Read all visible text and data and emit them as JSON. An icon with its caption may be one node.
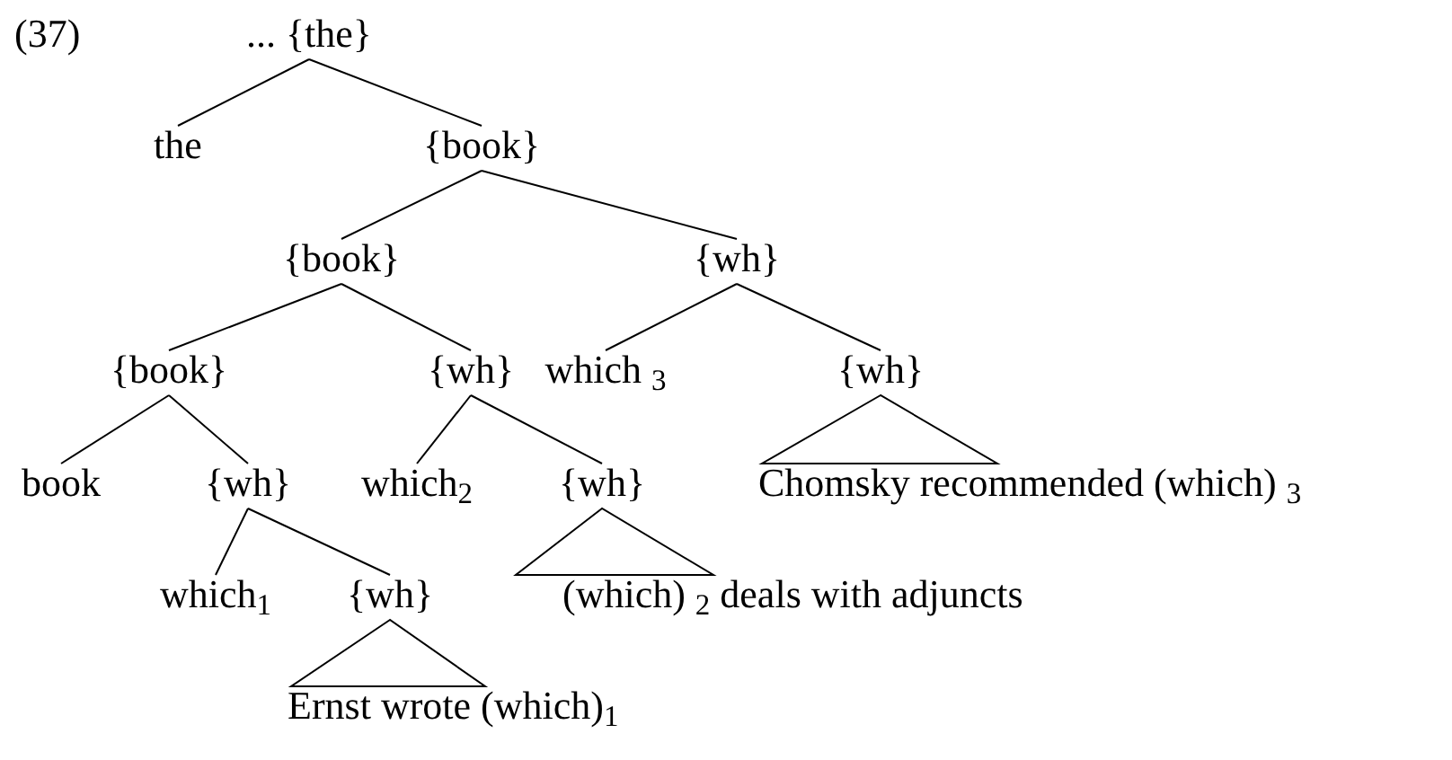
{
  "diagram": {
    "nodes": [
      {
        "text": [
          "... {the}"
        ]
      },
      {
        "text": [
          "the"
        ]
      },
      {
        "text": [
          "{book}"
        ]
      },
      {
        "text": [
          "{book}"
        ]
      },
      {
        "text": [
          "{wh}"
        ]
      },
      {
        "text": [
          "{book}"
        ]
      },
      {
        "text": [
          "{wh}"
        ]
      },
      {
        "text": [
          "which $_{3}$"
        ]
      },
      {
        "text": [
          "{wh}"
        ]
      },
      {
        "text": [
          "book"
        ]
      },
      {
        "text": [
          "{wh}"
        ]
      },
      {
        "text": [
          "which$_{2}$"
        ]
      },
      {
        "text": [
          "{wh}"
        ]
      },
      {
        "text": [
          "Chomsky recommended (which) $_{3}$"
        ]
      },
      {
        "text": [
          "which$_{1}$"
        ]
      },
      {
        "text": [
          "{wh}"
        ]
      },
      {
        "text": [
          "(which) $_{2}$ deals with adjuncts"
        ]
      },
      {
        "text": [
          "Ernst wrote (which)$_{1}$"
        ]
      }
    ],
    "edges": [
      {
        "from": 0,
        "to": 1,
        "arrow": "none"
      },
      {
        "from": 0,
        "to": 2,
        "arrow": "none"
      },
      {
        "from": 2,
        "to": 3,
        "arrow": "none"
      },
      {
        "from": 2,
        "to": 4,
        "arrow": "none"
      },
      {
        "from": 3,
        "to": 5,
        "arrow": "none"
      },
      {
        "from": 3,
        "to": 6,
        "arrow": "none"
      },
      {
        "from": 4,
        "to": 7,
        "arrow": "none"
      },
      {
        "from": 4,
        "to": 8,
        "arrow": "none"
      },
      {
        "from": 5,
        "to": 9,
        "arrow": "none"
      },
      {
        "from": 5,
        "to": 10,
        "arrow": "none"
      },
      {
        "from": 6,
        "to": 11,
        "arrow": "none"
      },
      {
        "from": 6,
        "to": 12,
        "arrow": "none"
      },
      {
        "from": 8,
        "to": 13,
        "arrow": "none"
      },
      {
        "from": 10,
        "to": 14,
        "arrow": "none"
      },
      {
        "from": 10,
        "to": 15,
        "arrow": "none"
      },
      {
        "from": 12,
        "to": 16,
        "arrow": "none"
      },
      {
        "from": 15,
        "to": 17,
        "arrow": "none"
      }
    ],
    "labels": [
      "(37)"
    ]
  }
}
